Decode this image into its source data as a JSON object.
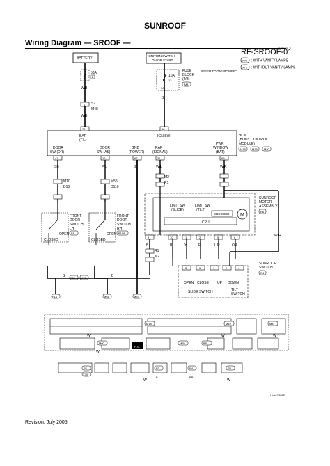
{
  "page": {
    "title": "SUNROOF",
    "diagram_title": "Wiring Diagram — SROOF —",
    "diagram_code": "RF-SROOF-01",
    "ref_code": "EIS005LX",
    "image_code": "LIWA0388E",
    "revision": "Revision: July 2005"
  },
  "legend": [
    {
      "code": "X70",
      "text": ": WITH VANITY LAMPS"
    },
    {
      "code": "X71",
      "text": ": WITHOUT VANITY LAMPS"
    }
  ],
  "power": {
    "battery": "BATTERY",
    "battery_fuse": "50A",
    "battery_fuse_no": "1",
    "ignition": [
      "IGNITION SWITCH",
      "ON OR START"
    ],
    "ign_fuse": "10A",
    "ign_fuse_no": "13",
    "fuse_block": [
      "FUSE",
      "BLOCK",
      "(J/B)"
    ],
    "fuse_conn": "M4",
    "fuse_term": "5J",
    "refer": "REFER TO \"PG-POWER\"."
  },
  "wires": {
    "wb": "W/B",
    "wb2": "W/B",
    "b": "B",
    "sb": "SB",
    "pl": "P/L",
    "pu": "B",
    "wl": "W/L",
    "wr": "W/R",
    "s7": "S7",
    "m48": "M48",
    "m2": "M2",
    "r1": "R1",
    "r1b": "R1",
    "m2b": "M2",
    "m10": "M10",
    "m55": "M55",
    "d10": "D10",
    "d110": "D110"
  },
  "bcm": {
    "name": [
      "BCM",
      "(BODY CONTROL",
      "MODULE)"
    ],
    "conns": [
      "M18",
      "M19",
      "M20"
    ],
    "terminals": [
      {
        "label": [
          "BAT",
          "(F/L)"
        ],
        "pin": "70"
      },
      {
        "label": [
          "IGN SW"
        ],
        "pin": "38"
      },
      {
        "label": [
          "DOOR",
          "SW (DR)"
        ],
        "pin": "47"
      },
      {
        "label": [
          "DOOR",
          "SW (AS)"
        ],
        "pin": "12"
      },
      {
        "label": [
          "GND",
          "(POWER)"
        ],
        "pin": "67"
      },
      {
        "label": [
          "RAP",
          "(SIGNAL)"
        ],
        "pin": "21"
      },
      {
        "label": [
          "PWR",
          "WINDOW",
          "(BAT)"
        ],
        "pin": "69"
      }
    ]
  },
  "door_switches": [
    {
      "name": [
        "FRONT",
        "DOOR",
        "SWITCH",
        "LH"
      ],
      "conn": "B8",
      "pins": [
        "2",
        "3"
      ],
      "open": "OPEN",
      "closed": "CLOSED"
    },
    {
      "name": [
        "FRONT",
        "DOOR",
        "SWITCH",
        "RH"
      ],
      "conn": "B108",
      "pins": [
        "2",
        "3"
      ],
      "open": "OPEN",
      "closed": "CLOSED"
    }
  ],
  "motor": {
    "name": [
      "SUNROOF",
      "MOTOR",
      "ASSEMBLY"
    ],
    "conn": "R6",
    "limit_slide": [
      "LIMIT SW",
      "(SLIDE)"
    ],
    "limit_tilt": [
      "LIMIT SW",
      "(TILT)"
    ],
    "encoder": "ENCODER",
    "cpu": "CPU",
    "m": "M",
    "pins": [
      "9",
      "10",
      "1",
      "2",
      "5",
      "6"
    ],
    "wire_colors": [
      "B",
      "Y",
      "P",
      "L/R",
      "OR"
    ]
  },
  "sunroof_switch": {
    "name": [
      "SUNROOF",
      "SWITCH"
    ],
    "conn": "R4",
    "pins": [
      "5",
      "6",
      "1",
      "2",
      "4",
      "3"
    ],
    "labels": [
      "OPEN",
      "CLOSE",
      "UP",
      "DOWN"
    ],
    "slide": "SLIDE SWITCH",
    "tilt": [
      "TILT",
      "SWITCH"
    ]
  },
  "grounds": [
    "F14",
    "M61",
    "M57"
  ],
  "ground_conns": [
    "F58",
    "M70"
  ],
  "connectors": {
    "row1": [
      "M18",
      "M19",
      "M4"
    ],
    "row2": [
      "M60",
      "M55",
      "H.S.",
      "B8"
    ],
    "row3": [
      "R1",
      "R4",
      "R6",
      "X70",
      "X71"
    ],
    "colors": [
      "W",
      "W",
      "W",
      "W",
      "BR",
      "B",
      "W",
      "W"
    ]
  }
}
